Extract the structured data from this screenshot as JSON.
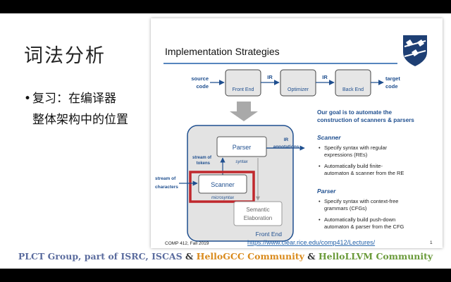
{
  "slide": {
    "title": "词法分析",
    "bullet_line1": "复习：在编译器",
    "bullet_line2": "整体架构中的位置"
  },
  "inner_slide": {
    "title": "Implementation Strategies",
    "pipeline": {
      "source_code": [
        "source",
        "code"
      ],
      "front_end": "Front End",
      "ir1": "IR",
      "optimizer": "Optimizer",
      "ir2": "IR",
      "back_end": "Back End",
      "target_code": [
        "target",
        "code"
      ]
    },
    "diagram": {
      "parser": "Parser",
      "syntax": "syntax",
      "scanner": "Scanner",
      "microsyntax": "microsyntax",
      "semantic": [
        "Semantic",
        "Elaboration"
      ],
      "front_end": "Front End",
      "stream_of_tokens": [
        "stream of",
        "tokens"
      ],
      "stream_of_characters": [
        "stream of",
        "characters"
      ],
      "ir_annotations": [
        "IR",
        "annotations"
      ]
    },
    "goal": [
      "Our goal is to automate the",
      "construction of scanners & parsers"
    ],
    "scanner_heading": "Scanner",
    "scanner_bullets": [
      [
        "Specify syntax with regular",
        "expressions (REs)"
      ],
      [
        "Automatically build finite-",
        "automaton & scanner from the RE"
      ]
    ],
    "parser_heading": "Parser",
    "parser_bullets": [
      [
        "Specify syntax with context-free",
        "grammars (CFGs)"
      ],
      [
        "Automatically build push-down",
        "automaton & parser from the CFG"
      ]
    ],
    "course": "COMP 412, Fall 2019",
    "url": "https://www.clear.rice.edu/comp412/Lectures/",
    "page_number": "1"
  },
  "footer": {
    "part1": "PLCT Group, part of ISRC, ISCAS",
    "amp1": " & ",
    "part2": "HelloGCC Community",
    "amp2": " & ",
    "part3": "HelloLLVM Community"
  },
  "colors": {
    "accent_blue": "#1f5fa8",
    "highlight_red": "#c0282d",
    "footer_orange": "#d98a1c",
    "footer_green": "#6a9a3a",
    "footer_blue": "#5b6c9e"
  }
}
